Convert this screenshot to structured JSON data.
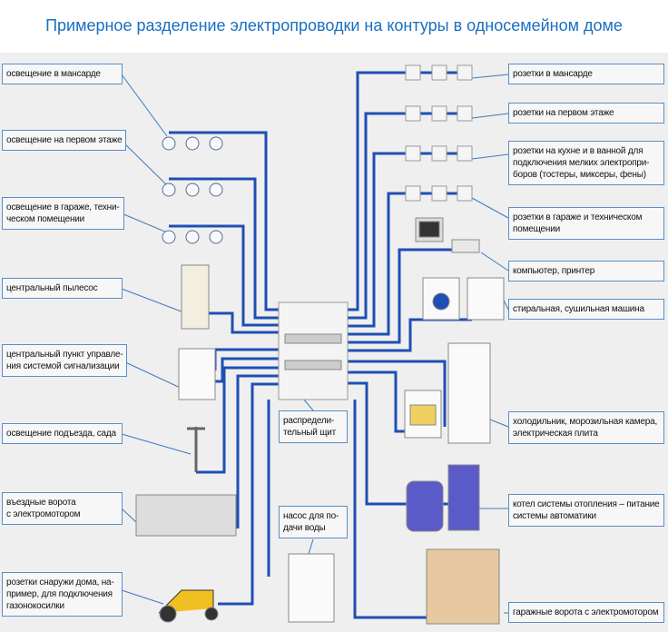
{
  "title": "Примерное разделение электропроводки на контуры в односемейном доме",
  "colors": {
    "wire": "#1f4fb5",
    "title": "#1a6fc0",
    "label_border": "#5a8fc4",
    "background": "#efefef"
  },
  "left_labels": [
    "освещение в мансарде",
    "освещение на первом этаже",
    "освещение в гараже, техни-\nческом помещении",
    "центральный пылесос",
    "центральный пункт управле-\nния системой сигнализации",
    "освещение подъезда, сада",
    "въездные ворота\nс электромотором",
    "розетки снаружи дома, на-\nпример, для подключения\nгазонокосилки"
  ],
  "right_labels": [
    "розетки в мансарде",
    "розетки на первом этаже",
    "розетки на кухне и в ванной для\nподключения мелких электропри-\nборов (тостеры, миксеры, фены)",
    "розетки в гараже и техническом\nпомещении",
    "компьютер, принтер",
    "стиральная, сушильная машина",
    "холодильник, морозильная камера,\nэлектрическая плита",
    "котел системы отопления – питание\nсистемы автоматики",
    "гаражные ворота с электромотором"
  ],
  "center_labels": {
    "panel": "распредели-\nтельный щит",
    "pump": "насос для по-\nдачи воды"
  }
}
